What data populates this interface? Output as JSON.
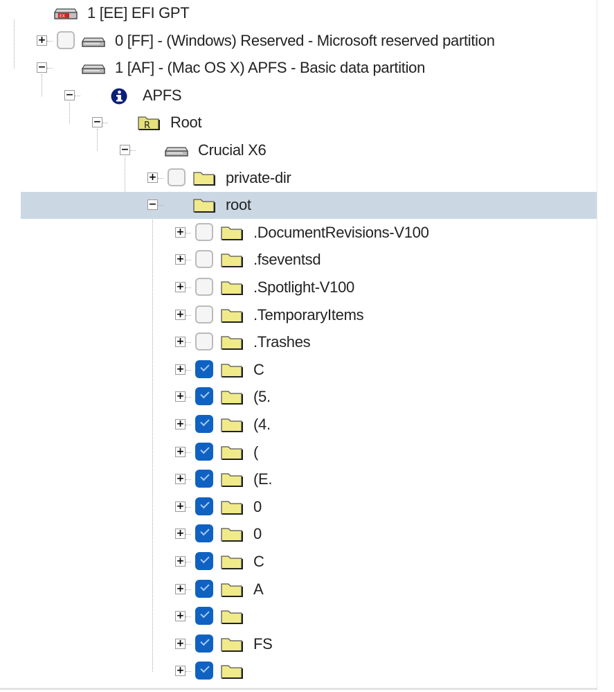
{
  "tree": [
    {
      "label": "1 [EE] EFI GPT",
      "level": 0,
      "icon": "efi-disk-icon",
      "check": "partial",
      "expander": "none"
    },
    {
      "label": "0 [FF] - (Windows) Reserved - Microsoft reserved partition",
      "level": 1,
      "icon": "drive-icon",
      "check": "off",
      "expander": "plus"
    },
    {
      "label": "1 [AF] - (Mac OS X) APFS - Basic data partition",
      "level": 1,
      "icon": "drive-icon",
      "check": "partial",
      "expander": "minus"
    },
    {
      "label": "APFS",
      "level": 2,
      "icon": "info-icon",
      "check": "partial",
      "expander": "minus"
    },
    {
      "label": "Root",
      "level": 3,
      "icon": "root-folder-icon",
      "check": "partial",
      "expander": "minus"
    },
    {
      "label": "Crucial X6",
      "level": 4,
      "icon": "drive-icon",
      "check": "partial",
      "expander": "minus"
    },
    {
      "label": "private-dir",
      "level": 5,
      "icon": "folder-icon",
      "check": "off",
      "expander": "plus"
    },
    {
      "label": "root",
      "level": 5,
      "icon": "folder-icon",
      "check": "partial",
      "expander": "minus",
      "selected": true
    },
    {
      "label": ".DocumentRevisions-V100",
      "level": 6,
      "icon": "folder-icon",
      "check": "off",
      "expander": "plus"
    },
    {
      "label": ".fseventsd",
      "level": 6,
      "icon": "folder-icon",
      "check": "off",
      "expander": "plus"
    },
    {
      "label": ".Spotlight-V100",
      "level": 6,
      "icon": "folder-icon",
      "check": "off",
      "expander": "plus"
    },
    {
      "label": ".TemporaryItems",
      "level": 6,
      "icon": "folder-icon",
      "check": "off",
      "expander": "plus"
    },
    {
      "label": ".Trashes",
      "level": 6,
      "icon": "folder-icon",
      "check": "off",
      "expander": "plus"
    },
    {
      "label": "C",
      "level": 6,
      "icon": "folder-icon",
      "check": "on",
      "expander": "plus"
    },
    {
      "label": "(5.",
      "level": 6,
      "icon": "folder-icon",
      "check": "on",
      "expander": "plus"
    },
    {
      "label": "(4.",
      "level": 6,
      "icon": "folder-icon",
      "check": "on",
      "expander": "plus"
    },
    {
      "label": "(",
      "level": 6,
      "icon": "folder-icon",
      "check": "on",
      "expander": "plus"
    },
    {
      "label": "(E.",
      "level": 6,
      "icon": "folder-icon",
      "check": "on",
      "expander": "plus"
    },
    {
      "label": "0",
      "level": 6,
      "icon": "folder-icon",
      "check": "on",
      "expander": "plus"
    },
    {
      "label": "0",
      "level": 6,
      "icon": "folder-icon",
      "check": "on",
      "expander": "plus"
    },
    {
      "label": "C",
      "level": 6,
      "icon": "folder-icon",
      "check": "on",
      "expander": "plus"
    },
    {
      "label": "A",
      "level": 6,
      "icon": "folder-icon",
      "check": "on",
      "expander": "plus"
    },
    {
      "label": "",
      "level": 6,
      "icon": "folder-icon",
      "check": "on",
      "expander": "plus"
    },
    {
      "label": "FS",
      "level": 6,
      "icon": "folder-icon",
      "check": "on",
      "expander": "plus"
    },
    {
      "label": "",
      "level": 6,
      "icon": "folder-icon",
      "check": "on",
      "expander": "plus"
    }
  ]
}
